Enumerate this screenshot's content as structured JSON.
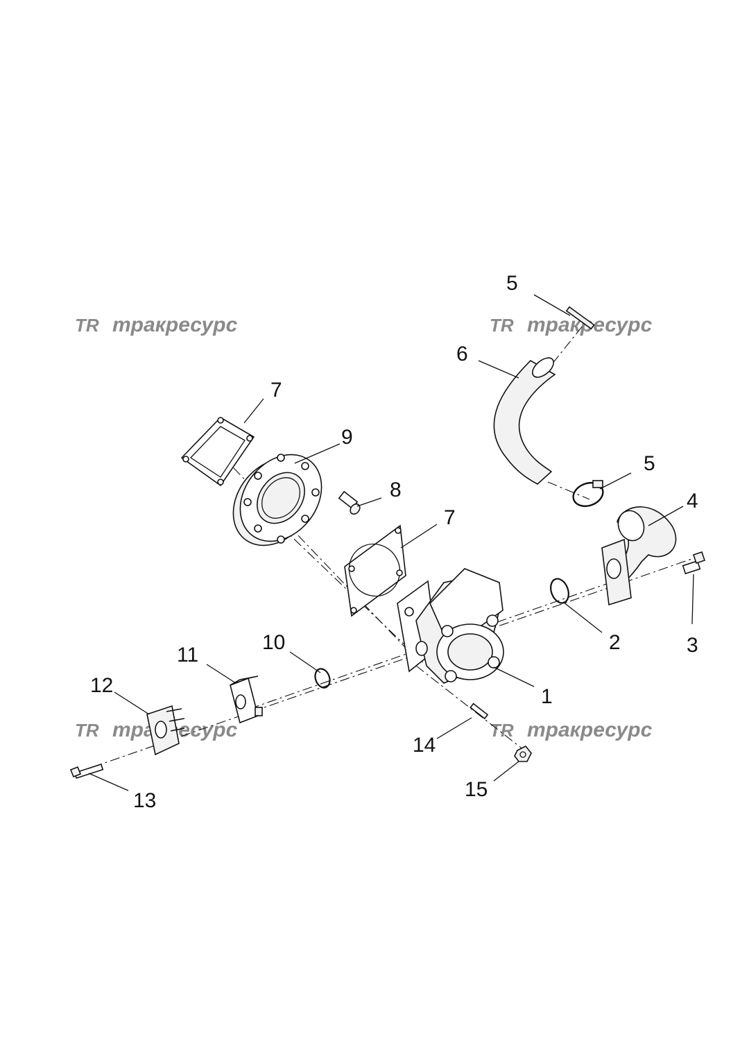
{
  "watermarks": [
    {
      "logo": "TR",
      "text": "тракресурс"
    },
    {
      "logo": "TR",
      "text": "тракресурс"
    },
    {
      "logo": "TR",
      "text": "тракресурс"
    },
    {
      "logo": "TR",
      "text": "тракресурс"
    }
  ],
  "callouts": {
    "c1": "1",
    "c2": "2",
    "c3": "3",
    "c4": "4",
    "c5a": "5",
    "c5b": "5",
    "c6": "6",
    "c7a": "7",
    "c7b": "7",
    "c8": "8",
    "c9": "9",
    "c10": "10",
    "c11": "11",
    "c12": "12",
    "c13": "13",
    "c14": "14",
    "c15": "15"
  }
}
